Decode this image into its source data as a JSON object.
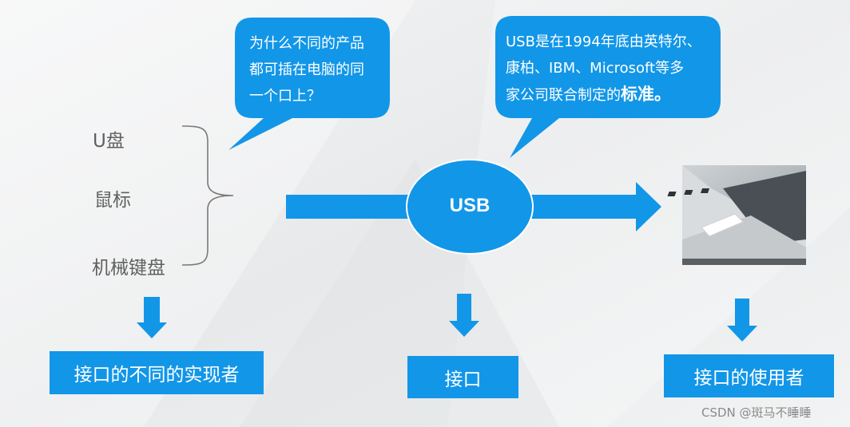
{
  "devices": [
    "U盘",
    "鼠标",
    "机械键盘"
  ],
  "question_bubble": {
    "lines": [
      "为什么不同的产品",
      "都可插在电脑的同",
      "一个口上？"
    ]
  },
  "answer_bubble": {
    "lines": [
      "USB是在1994年底由英特尔、",
      "康柏、IBM、Microsoft等多"
    ],
    "line3_prefix": "家公司联合制定的",
    "line3_emphasis": "标准。"
  },
  "center_node": {
    "label": "USB"
  },
  "boxes": {
    "implementers": "接口的不同的实现者",
    "interface": "接口",
    "users": "接口的使用者"
  },
  "watermark": "CSDN @斑马不睡睡",
  "colors": {
    "accent": "#1296e8",
    "background": "#eceeef",
    "text_gray": "#606060"
  }
}
